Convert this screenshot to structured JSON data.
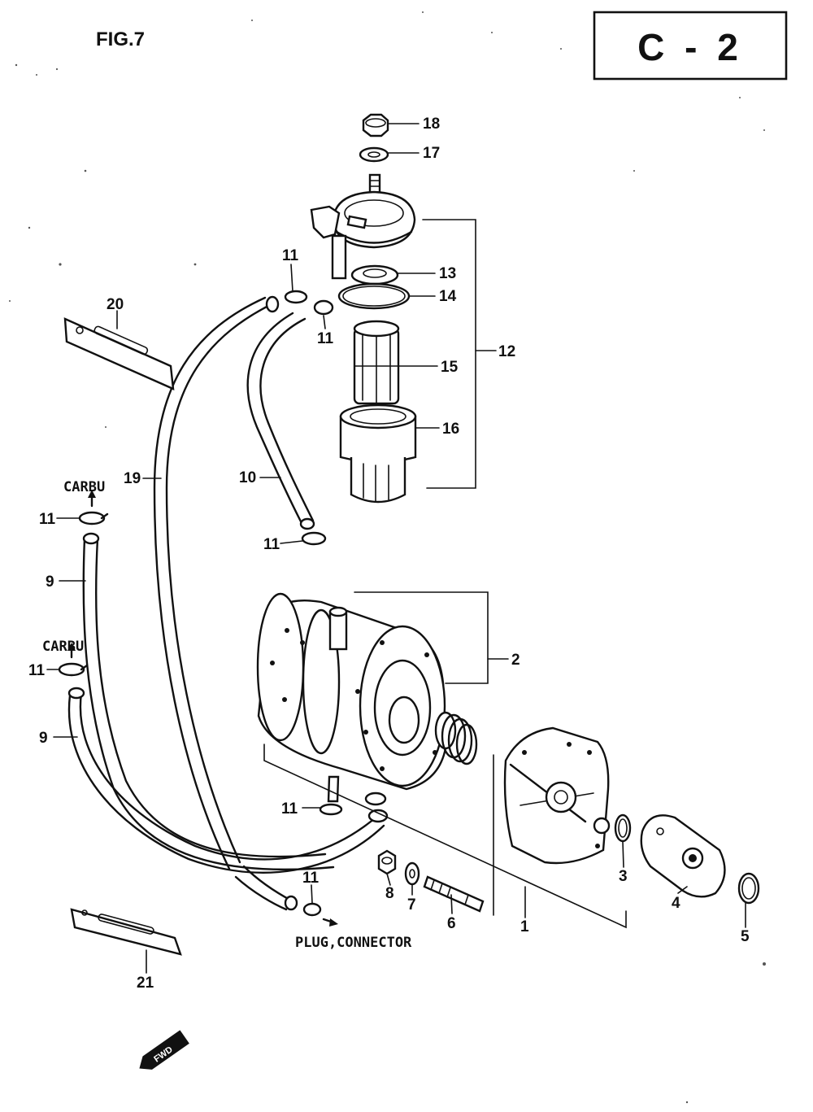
{
  "figure": {
    "title": "FIG.7",
    "section_code": "C - 2",
    "forward_marker": "FWD"
  },
  "notes": {
    "carbu_upper": "CARBU",
    "carbu_lower": "CARBU",
    "plug_connector": "PLUG,CONNECTOR"
  },
  "callouts": {
    "p1": "1",
    "p2": "2",
    "p3": "3",
    "p4": "4",
    "p5": "5",
    "p6": "6",
    "p7": "7",
    "p8": "8",
    "p9a": "9",
    "p9b": "9",
    "p10": "10",
    "p11a": "11",
    "p11b": "11",
    "p11c": "11",
    "p11d": "11",
    "p11e": "11",
    "p11f": "11",
    "p11g": "11",
    "p12": "12",
    "p13": "13",
    "p14": "14",
    "p15": "15",
    "p16": "16",
    "p17": "17",
    "p18": "18",
    "p19": "19",
    "p20": "20",
    "p21": "21"
  },
  "colors": {
    "ink": "#111111",
    "paper": "#ffffff"
  }
}
